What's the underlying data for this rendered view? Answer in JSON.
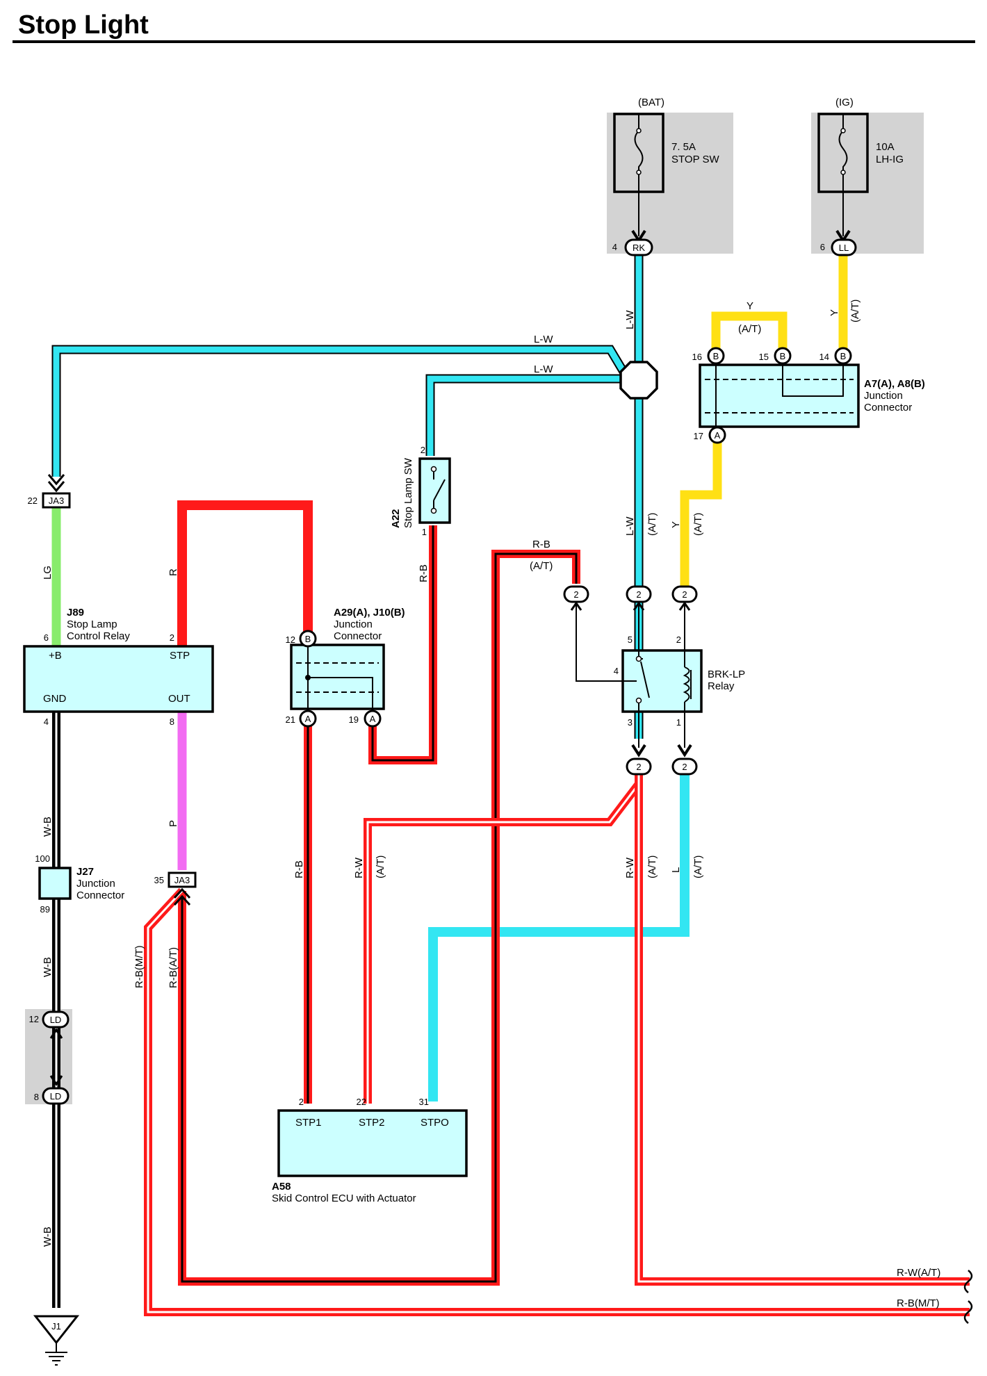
{
  "title": "Stop Light",
  "components": {
    "fuse_stop": {
      "source": "(BAT)",
      "rating": "7. 5A",
      "name": "STOP SW",
      "pin": "4",
      "connector": "RK"
    },
    "fuse_lhig": {
      "source": "(IG)",
      "rating": "10A",
      "name": "LH-IG",
      "pin": "6",
      "connector": "LL"
    },
    "j89": {
      "id": "J89",
      "name_line1": "Stop Lamp",
      "name_line2": "Control Relay",
      "terms": {
        "b": "+B",
        "stp": "STP",
        "gnd": "GND",
        "out": "OUT"
      },
      "pins": {
        "b": "6",
        "stp": "2",
        "gnd": "4",
        "out": "8"
      }
    },
    "a29": {
      "id": "A29(A), J10(B)",
      "name_line1": "Junction",
      "name_line2": "Connector",
      "pins": {
        "top": "12",
        "bl": "21",
        "br": "19"
      },
      "conns": {
        "top": "B",
        "bl": "A",
        "br": "A"
      }
    },
    "a22": {
      "id": "A22",
      "name": "Stop Lamp SW",
      "pin_top": "2",
      "pin_bot": "1"
    },
    "a7": {
      "id": "A7(A), A8(B)",
      "name_line1": "Junction",
      "name_line2": "Connector",
      "pins": {
        "p16": "16",
        "p15": "15",
        "p14": "14",
        "p17": "17"
      },
      "conns": {
        "p16": "B",
        "p15": "B",
        "p14": "B",
        "p17": "A"
      }
    },
    "relay": {
      "name_line1": "BRK-LP",
      "name_line2": "Relay",
      "pins": {
        "p5": "5",
        "p2": "2",
        "p4": "4",
        "p3": "3",
        "p1": "1"
      },
      "conn": "2"
    },
    "j27": {
      "id": "J27",
      "name_line1": "Junction",
      "name_line2": "Connector",
      "pin_top": "100",
      "pin_bot": "89"
    },
    "ld": {
      "pin_top": "12",
      "pin_bot": "8",
      "conn": "LD"
    },
    "ja3_top": {
      "pin": "22",
      "conn": "JA3"
    },
    "ja3_bot": {
      "pin": "35",
      "conn": "JA3"
    },
    "a58": {
      "id": "A58",
      "name": "Skid Control ECU with Actuator",
      "terms": {
        "stp1": "STP1",
        "stp2": "STP2",
        "stpo": "STPO"
      },
      "pins": {
        "stp1": "2",
        "stp2": "22",
        "stpo": "31"
      }
    },
    "ground": {
      "name": "J1"
    }
  },
  "wire_labels": {
    "lw1": "L-W",
    "lw2": "L-W",
    "lw_vert": "L-W",
    "lw_relay": "L-W",
    "at_lw": "(A/T)",
    "y_top": "Y",
    "at_y_top": "(A/T)",
    "y_lhig": "Y",
    "at_y_lhig": "(A/T)",
    "y_relay": "Y",
    "at_y_relay": "(A/T)",
    "lg": "LG",
    "r": "R",
    "rb_sw": "R-B",
    "rb_top": "R-B",
    "at_rb_top": "(A/T)",
    "wb1": "W-B",
    "wb2": "W-B",
    "wb3": "W-B",
    "p": "P",
    "rb_ecu": "R-B",
    "rw_ecu": "R-W",
    "at_rw_ecu": "(A/T)",
    "rw_relay": "R-W",
    "at_rw_relay": "(A/T)",
    "l_relay": "L",
    "at_l_relay": "(A/T)",
    "rb_mt": "R-B(M/T)",
    "rb_at": "R-B(A/T)",
    "out_rw": "R-W(A/T)",
    "out_rb": "R-B(M/T)"
  },
  "colors": {
    "lw": "#33e6f2",
    "y": "#ffe014",
    "lg": "#88ec6c",
    "r": "#ff1a1a",
    "p": "#f26cf2",
    "box": "#ccffff",
    "gray": "#d3d3d3"
  }
}
